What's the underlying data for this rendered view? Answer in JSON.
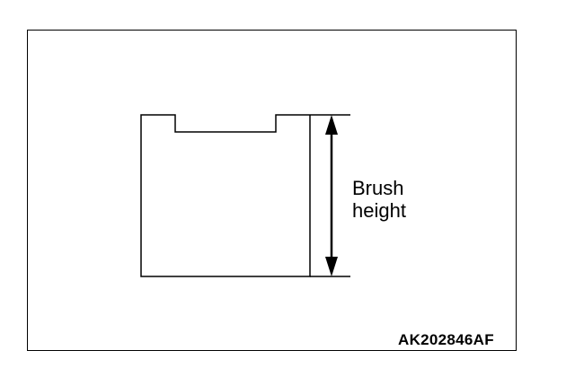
{
  "diagram": {
    "label_line_1": "Brush",
    "label_line_2": "height",
    "figure_code": "AK202846AF",
    "stroke_color": "#000000",
    "background_color": "#ffffff"
  }
}
